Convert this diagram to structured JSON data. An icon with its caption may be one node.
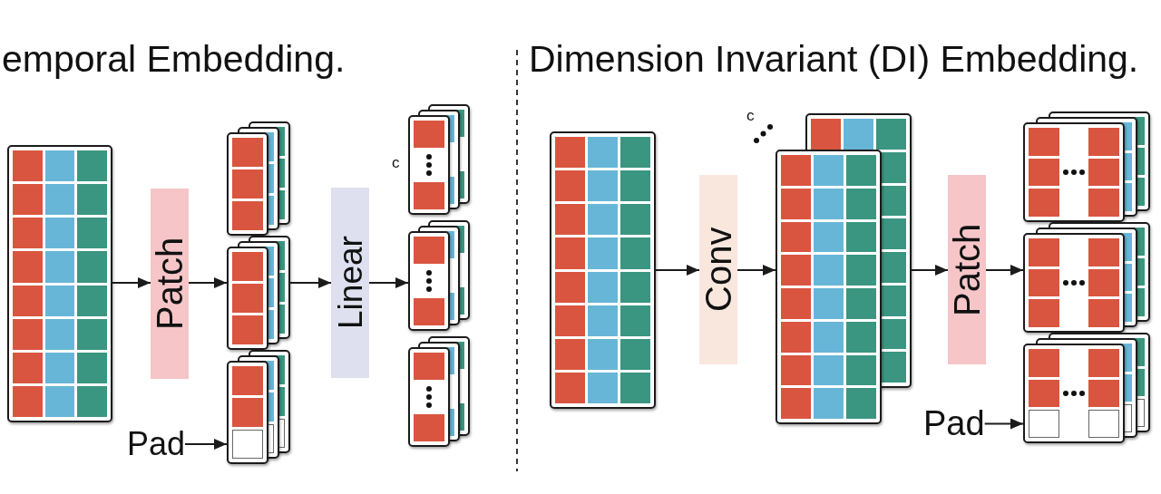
{
  "diagram": {
    "nodes": [
      {
        "text": [],
        "shape": "picture"
      },
      {
        "text": [
          "Patch"
        ]
      },
      {
        "text": [],
        "shape": "picture"
      },
      {
        "text": [],
        "shape": "picture"
      },
      {
        "text": [],
        "shape": "picture"
      },
      {
        "text": [
          "Pad"
        ]
      },
      {
        "text": [
          "Linear"
        ]
      },
      {
        "text": [],
        "shape": "picture",
        "beside": [
          "c"
        ]
      },
      {
        "text": [],
        "shape": "picture"
      },
      {
        "text": [],
        "shape": "picture"
      },
      {
        "text": [],
        "shape": "picture"
      },
      {
        "text": [
          "Conv"
        ]
      },
      {
        "text": [],
        "shape": "picture",
        "beside": [
          "c"
        ]
      },
      {
        "text": [
          "Patch"
        ]
      },
      {
        "text": [],
        "shape": "picture"
      },
      {
        "text": [],
        "shape": "picture"
      },
      {
        "text": [],
        "shape": "picture"
      },
      {
        "text": [
          "Pad"
        ]
      }
    ],
    "edges": [
      {
        "from": 0,
        "to": 1,
        "arrow": "to"
      },
      {
        "from": 1,
        "to": 3,
        "arrow": "to"
      },
      {
        "from": 3,
        "to": 6,
        "arrow": "to"
      },
      {
        "from": 6,
        "to": 8,
        "arrow": "to"
      },
      {
        "from": 5,
        "to": 4,
        "arrow": "to"
      },
      {
        "from": 10,
        "to": 11,
        "arrow": "to"
      },
      {
        "from": 11,
        "to": 12,
        "arrow": "to"
      },
      {
        "from": 12,
        "to": 13,
        "arrow": "to"
      },
      {
        "from": 13,
        "to": 15,
        "arrow": "to"
      },
      {
        "from": 17,
        "to": 16,
        "arrow": "to"
      }
    ],
    "labels": [
      "emporal Embedding.",
      "Dimension Invariant (DI) Embedding."
    ]
  }
}
